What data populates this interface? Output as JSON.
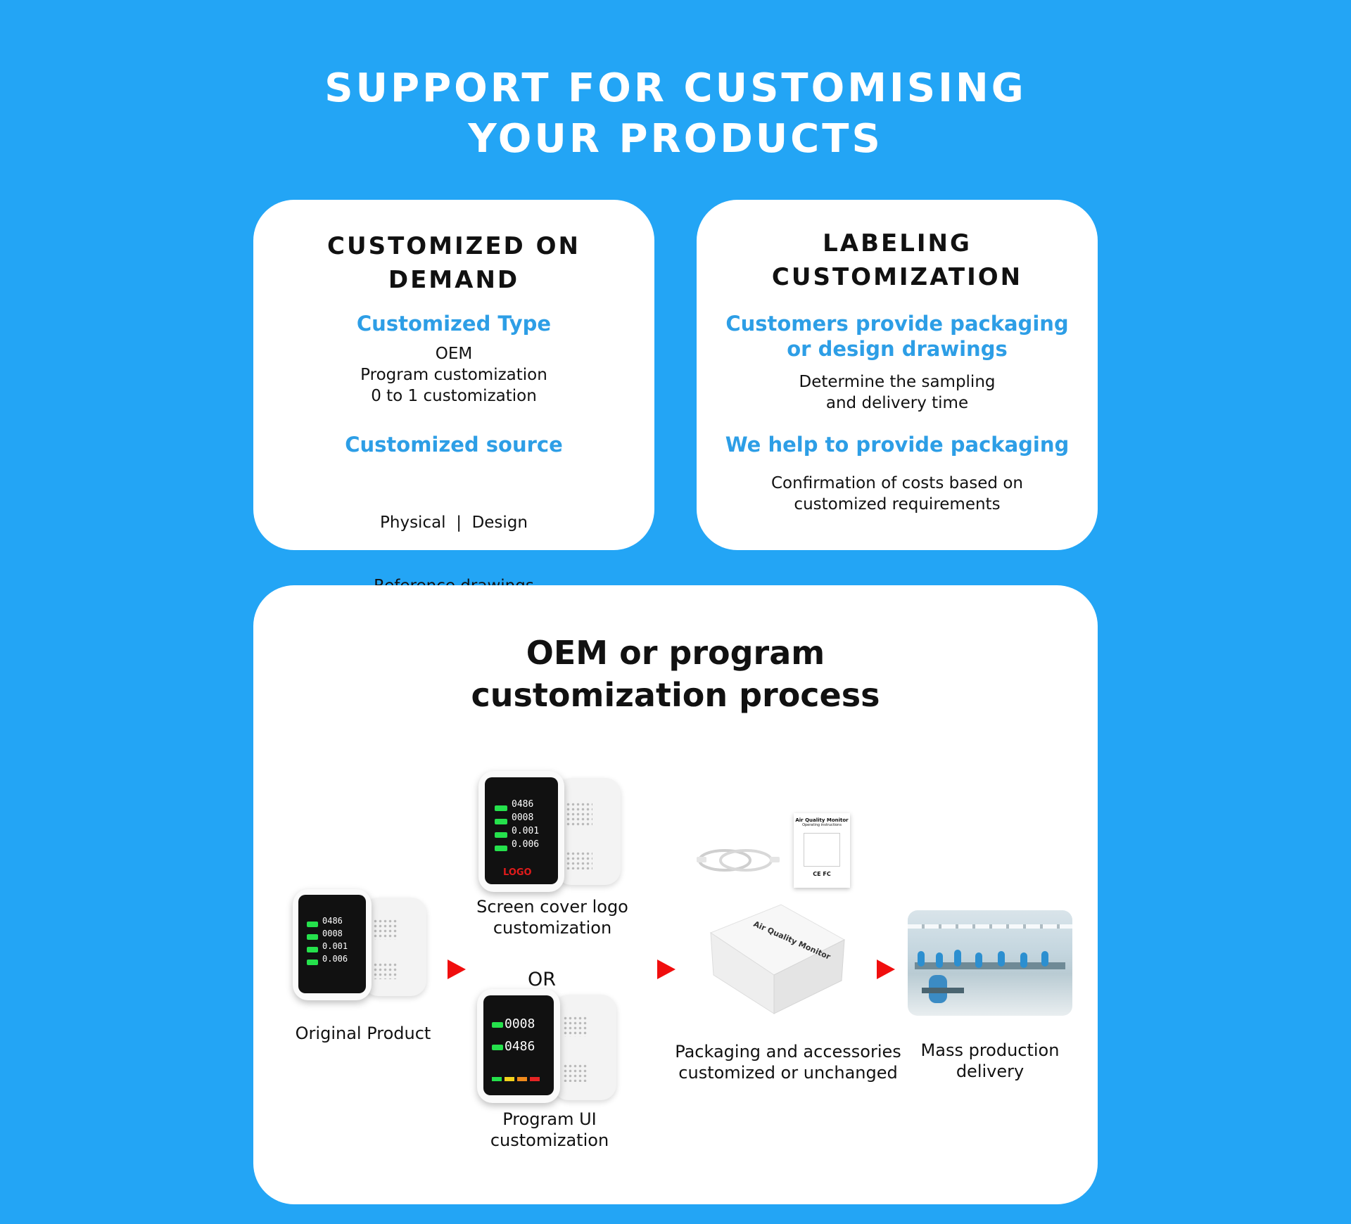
{
  "header": {
    "line1": "SUPPORT FOR CUSTOMISING",
    "line2": "YOUR PRODUCTS"
  },
  "card_left": {
    "title_line1": "CUSTOMIZED ON",
    "title_line2": "DEMAND",
    "type_heading": "Customized Type",
    "type_items": [
      "OEM",
      "Program customization",
      "0 to 1 customization"
    ],
    "source_heading": "Customized source",
    "source_line1": "Physical  |  Design",
    "source_line2": "Reference drawings"
  },
  "card_right": {
    "title_line1": "LABELING",
    "title_line2": "CUSTOMIZATION",
    "heading1_line1": "Customers provide packaging",
    "heading1_line2": "or design drawings",
    "text1_line1": "Determine the sampling",
    "text1_line2": "and delivery time",
    "heading2": "We help to provide packaging",
    "text2_line1": "Confirmation of costs based on",
    "text2_line2": "customized requirements"
  },
  "process": {
    "title_line1": "OEM or program",
    "title_line2": "customization process",
    "original_caption": "Original Product",
    "logo_caption_line1": "Screen cover logo",
    "logo_caption_line2": "customization",
    "or_label": "OR",
    "ui_caption_line1": "Program UI",
    "ui_caption_line2": "customization",
    "packaging_caption_line1": "Packaging and accessories",
    "packaging_caption_line2": "customized or unchanged",
    "mass_caption_line1": "Mass production",
    "mass_caption_line2": "delivery",
    "screen_values": [
      "0486",
      "0008",
      "0.001",
      "0.006"
    ],
    "ui_screen_values": [
      "0008",
      "0486"
    ],
    "logo_mark": "LOGO",
    "box_text": "Air Quality Monitor",
    "manual_title": "Air Quality Monitor",
    "manual_subtitle": "Operating instructions",
    "manual_marks": "CE FC"
  },
  "colors": {
    "background": "#23a5f5",
    "accent": "#2d9ee6",
    "arrow": "#f00e0e"
  }
}
